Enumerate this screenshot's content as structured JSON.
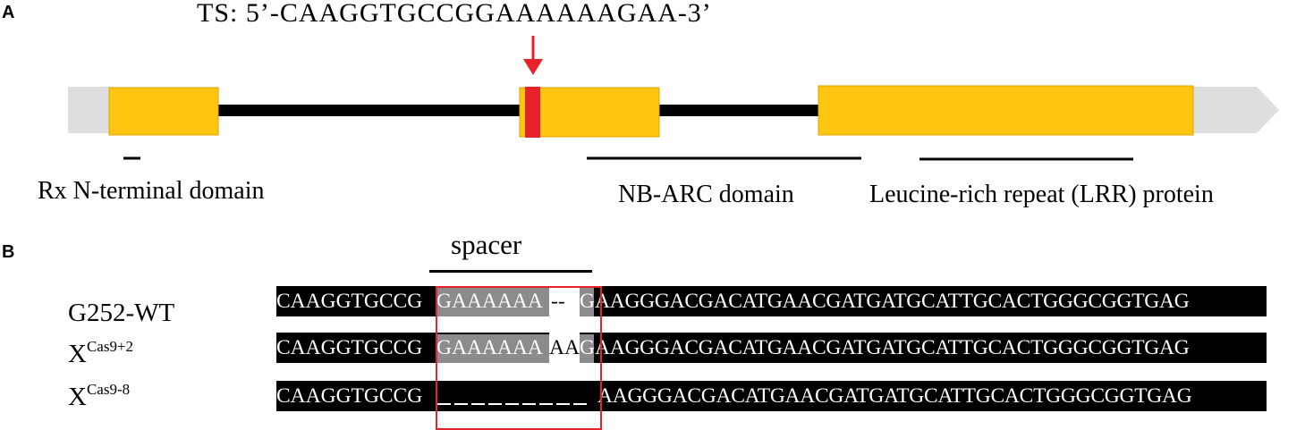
{
  "panels": {
    "a": "A",
    "b": "B"
  },
  "target_site": "TS: 5’-CAAGGTGCCGGAAAAAAGAA-3’",
  "domains": {
    "rx": "Rx N-terminal domain",
    "nbarc": "NB-ARC domain",
    "lrr": "Leucine-rich repeat (LRR) protein"
  },
  "spacer_label": "spacer",
  "sequences": [
    {
      "name": "G252-WT",
      "superscript": "",
      "prefix": "CAAGGTGCCG",
      "spacer": "GAAAAAA",
      "insert": "--",
      "pam_start": "G",
      "suffix": "AAGGGACGACATGAACGATGATGCATTGCACTGGGCGGTGAG"
    },
    {
      "name": "X",
      "superscript": "Cas9+2",
      "prefix": "CAAGGTGCCG",
      "spacer": "GAAAAAA",
      "insert": "AA",
      "pam_start": "G",
      "suffix": "AAGGGACGACATGAACGATGATGCATTGCACTGGGCGGTGAG"
    },
    {
      "name": "X",
      "superscript": "Cas9-8",
      "prefix": "CAAGGTGCCG",
      "spacer": "",
      "insert": "",
      "pam_start": "",
      "suffix": "AAGGGACGACATGAACGATGATGCATTGCACTGGGCGGTGAG"
    }
  ],
  "colors": {
    "exon": "#FFC510",
    "utr": "#DEDEDE",
    "intron": "#000000",
    "target_mark": "#E8212B",
    "highlight_box": "#E8212B",
    "seq_background": "#000000",
    "spacer_shade": "#8C8C8C"
  }
}
